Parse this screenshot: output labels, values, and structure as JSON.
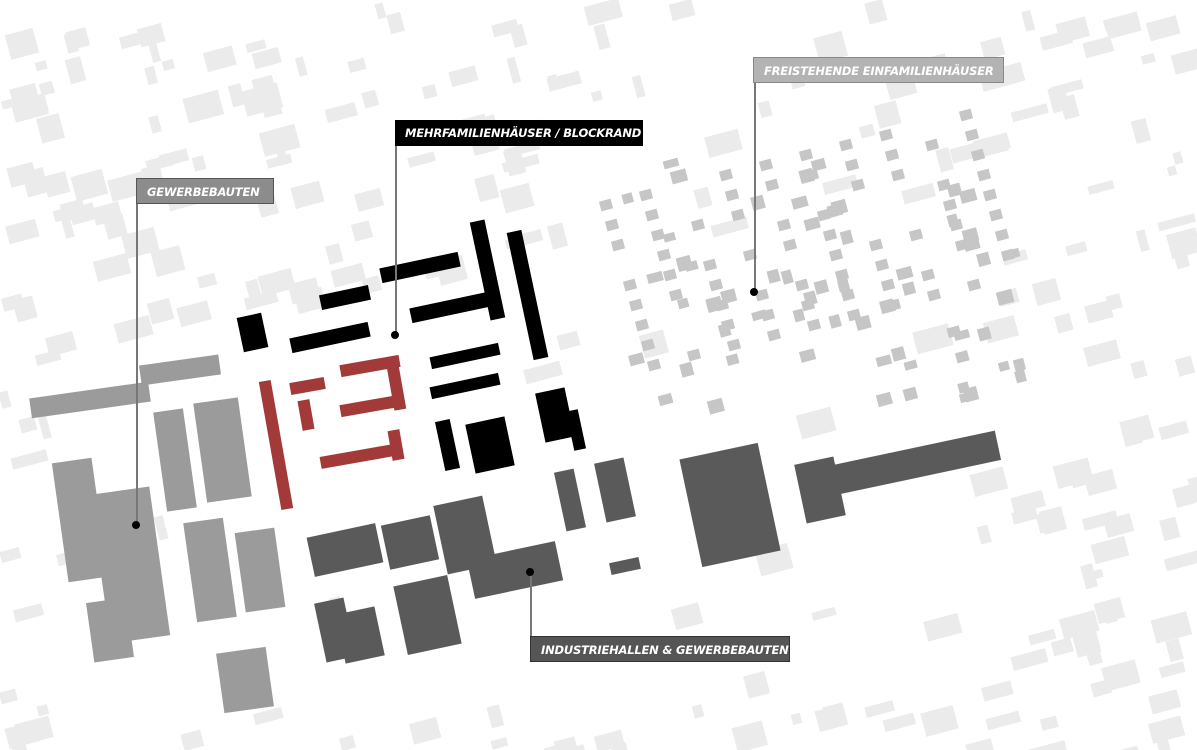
{
  "labels": {
    "gewerbebauten": "GEWERBEBAUTEN",
    "mehrfamilienhaeuser": "MEHRFAMILIENHÄUSER / BLOCKRAND",
    "freistehende": "FREISTEHENDE EINFAMILIENHÄUSER",
    "industriehallen": "INDUSTRIEHALLEN & GEWERBEBAUTEN"
  },
  "colors": {
    "context": "#ebebeb",
    "gewerbe": "#9b9b9b",
    "blockrand": "#000000",
    "highlight": "#a33a3a",
    "industrie": "#5a5a5a",
    "einfamilien": "#c6c6c6",
    "label_gewerbe": "#8c8c8c",
    "label_block": "#000000",
    "label_frei": "#b3b3b3",
    "label_industrie": "#555555"
  }
}
